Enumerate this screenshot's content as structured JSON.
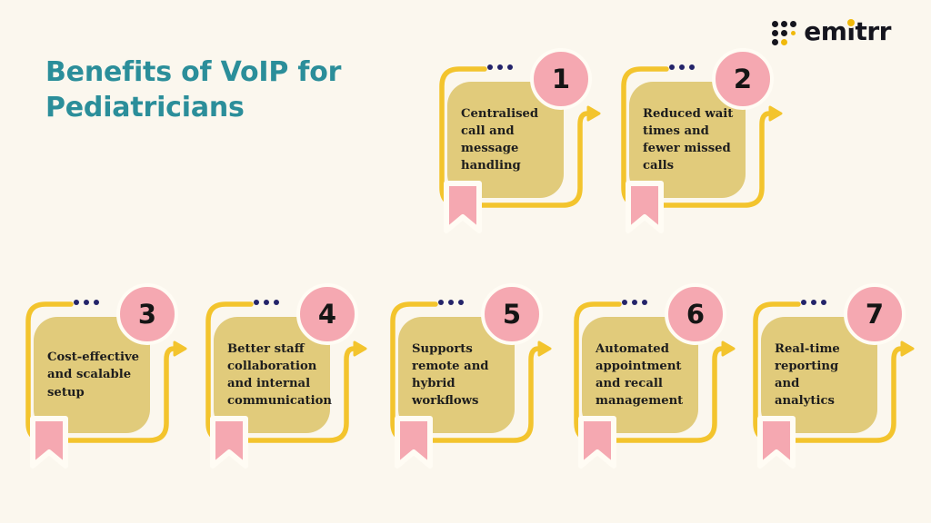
{
  "header": {
    "title": "Benefits of VoIP for\nPediatricians"
  },
  "brand": {
    "name": "emitrr",
    "pre": "em",
    "i_char": "i",
    "post": "trr",
    "icon_name": "emitrr-dot-grid-logo",
    "icon_pattern": [
      "b",
      "b",
      "b",
      "b",
      "b",
      "ys",
      "b",
      "y",
      "empty"
    ]
  },
  "cards": [
    {
      "number": "1",
      "text": "Centralised\ncall and\nmessage\nhandling"
    },
    {
      "number": "2",
      "text": "Reduced wait\ntimes and\nfewer missed\ncalls"
    },
    {
      "number": "3",
      "text": "Cost-effective\nand scalable\nsetup"
    },
    {
      "number": "4",
      "text": "Better staff\ncollaboration\nand internal\ncommunication"
    },
    {
      "number": "5",
      "text": "Supports\nremote and\nhybrid\nworkflows"
    },
    {
      "number": "6",
      "text": "Automated\nappointment\nand recall\nmanagement"
    },
    {
      "number": "7",
      "text": "Real-time\nreporting\nand\nanalytics"
    }
  ],
  "palette": {
    "background": "#fbf7ee",
    "title_teal": "#2b8e9a",
    "line_yellow": "#f3c42d",
    "note_fill": "#e1cb7b",
    "badge_pink": "#f5a8b1",
    "dots_navy": "#24246a",
    "text_dark": "#1d1d1d",
    "brand_dark": "#15151e",
    "brand_yellow": "#f0b90b"
  }
}
